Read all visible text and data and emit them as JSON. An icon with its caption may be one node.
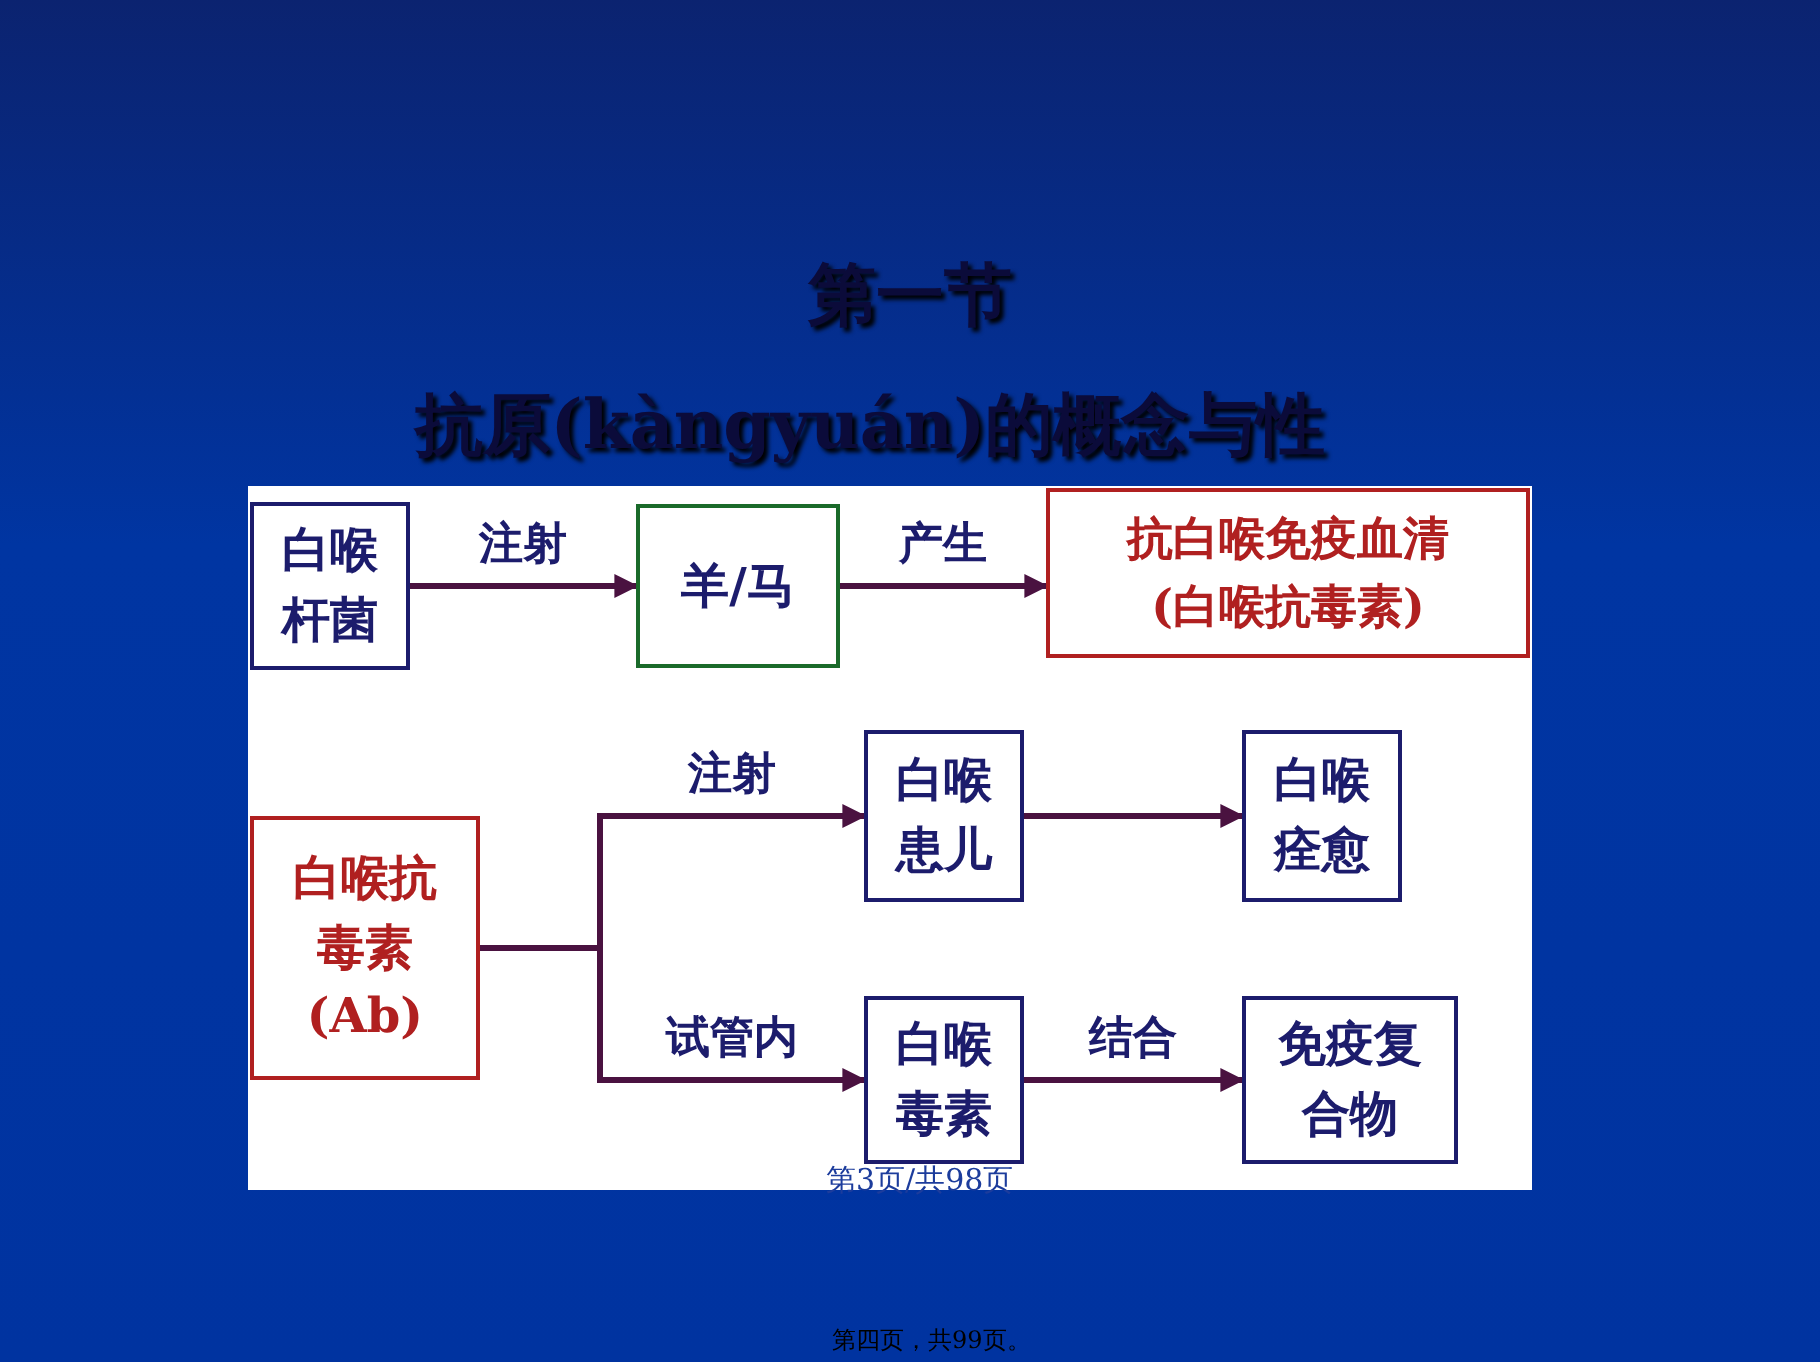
{
  "diagram": {
    "title": "第一节",
    "nodes": [
      {
        "text": [
          "白喉杆菌"
        ]
      },
      {
        "text": [
          "羊/马"
        ]
      },
      {
        "text": [
          "抗白喉免疫血清",
          "(白喉抗毒素)"
        ]
      },
      {
        "text": [
          "白喉抗毒素(Ab)"
        ]
      },
      {
        "text": [
          "白喉患儿"
        ]
      },
      {
        "text": [
          "白喉痊愈"
        ]
      },
      {
        "text": [
          "白喉毒素"
        ]
      },
      {
        "text": [
          "免疫复合物"
        ]
      }
    ],
    "edges": [
      {
        "from": 0,
        "to": 1,
        "arrow": "to",
        "label": "注射"
      },
      {
        "from": 1,
        "to": 2,
        "arrow": "to",
        "label": "产生"
      },
      {
        "from": 3,
        "to": 4,
        "arrow": "to",
        "label": "注射"
      },
      {
        "from": 3,
        "to": 6,
        "arrow": "to",
        "label": "试管内"
      },
      {
        "from": 4,
        "to": 5,
        "arrow": "to"
      },
      {
        "from": 6,
        "to": 7,
        "arrow": "to",
        "label": "结合"
      }
    ],
    "labels": [
      "抗原(kàngyuán)的概念与性",
      "第3页/共98页",
      "第四页，共99页。"
    ]
  }
}
